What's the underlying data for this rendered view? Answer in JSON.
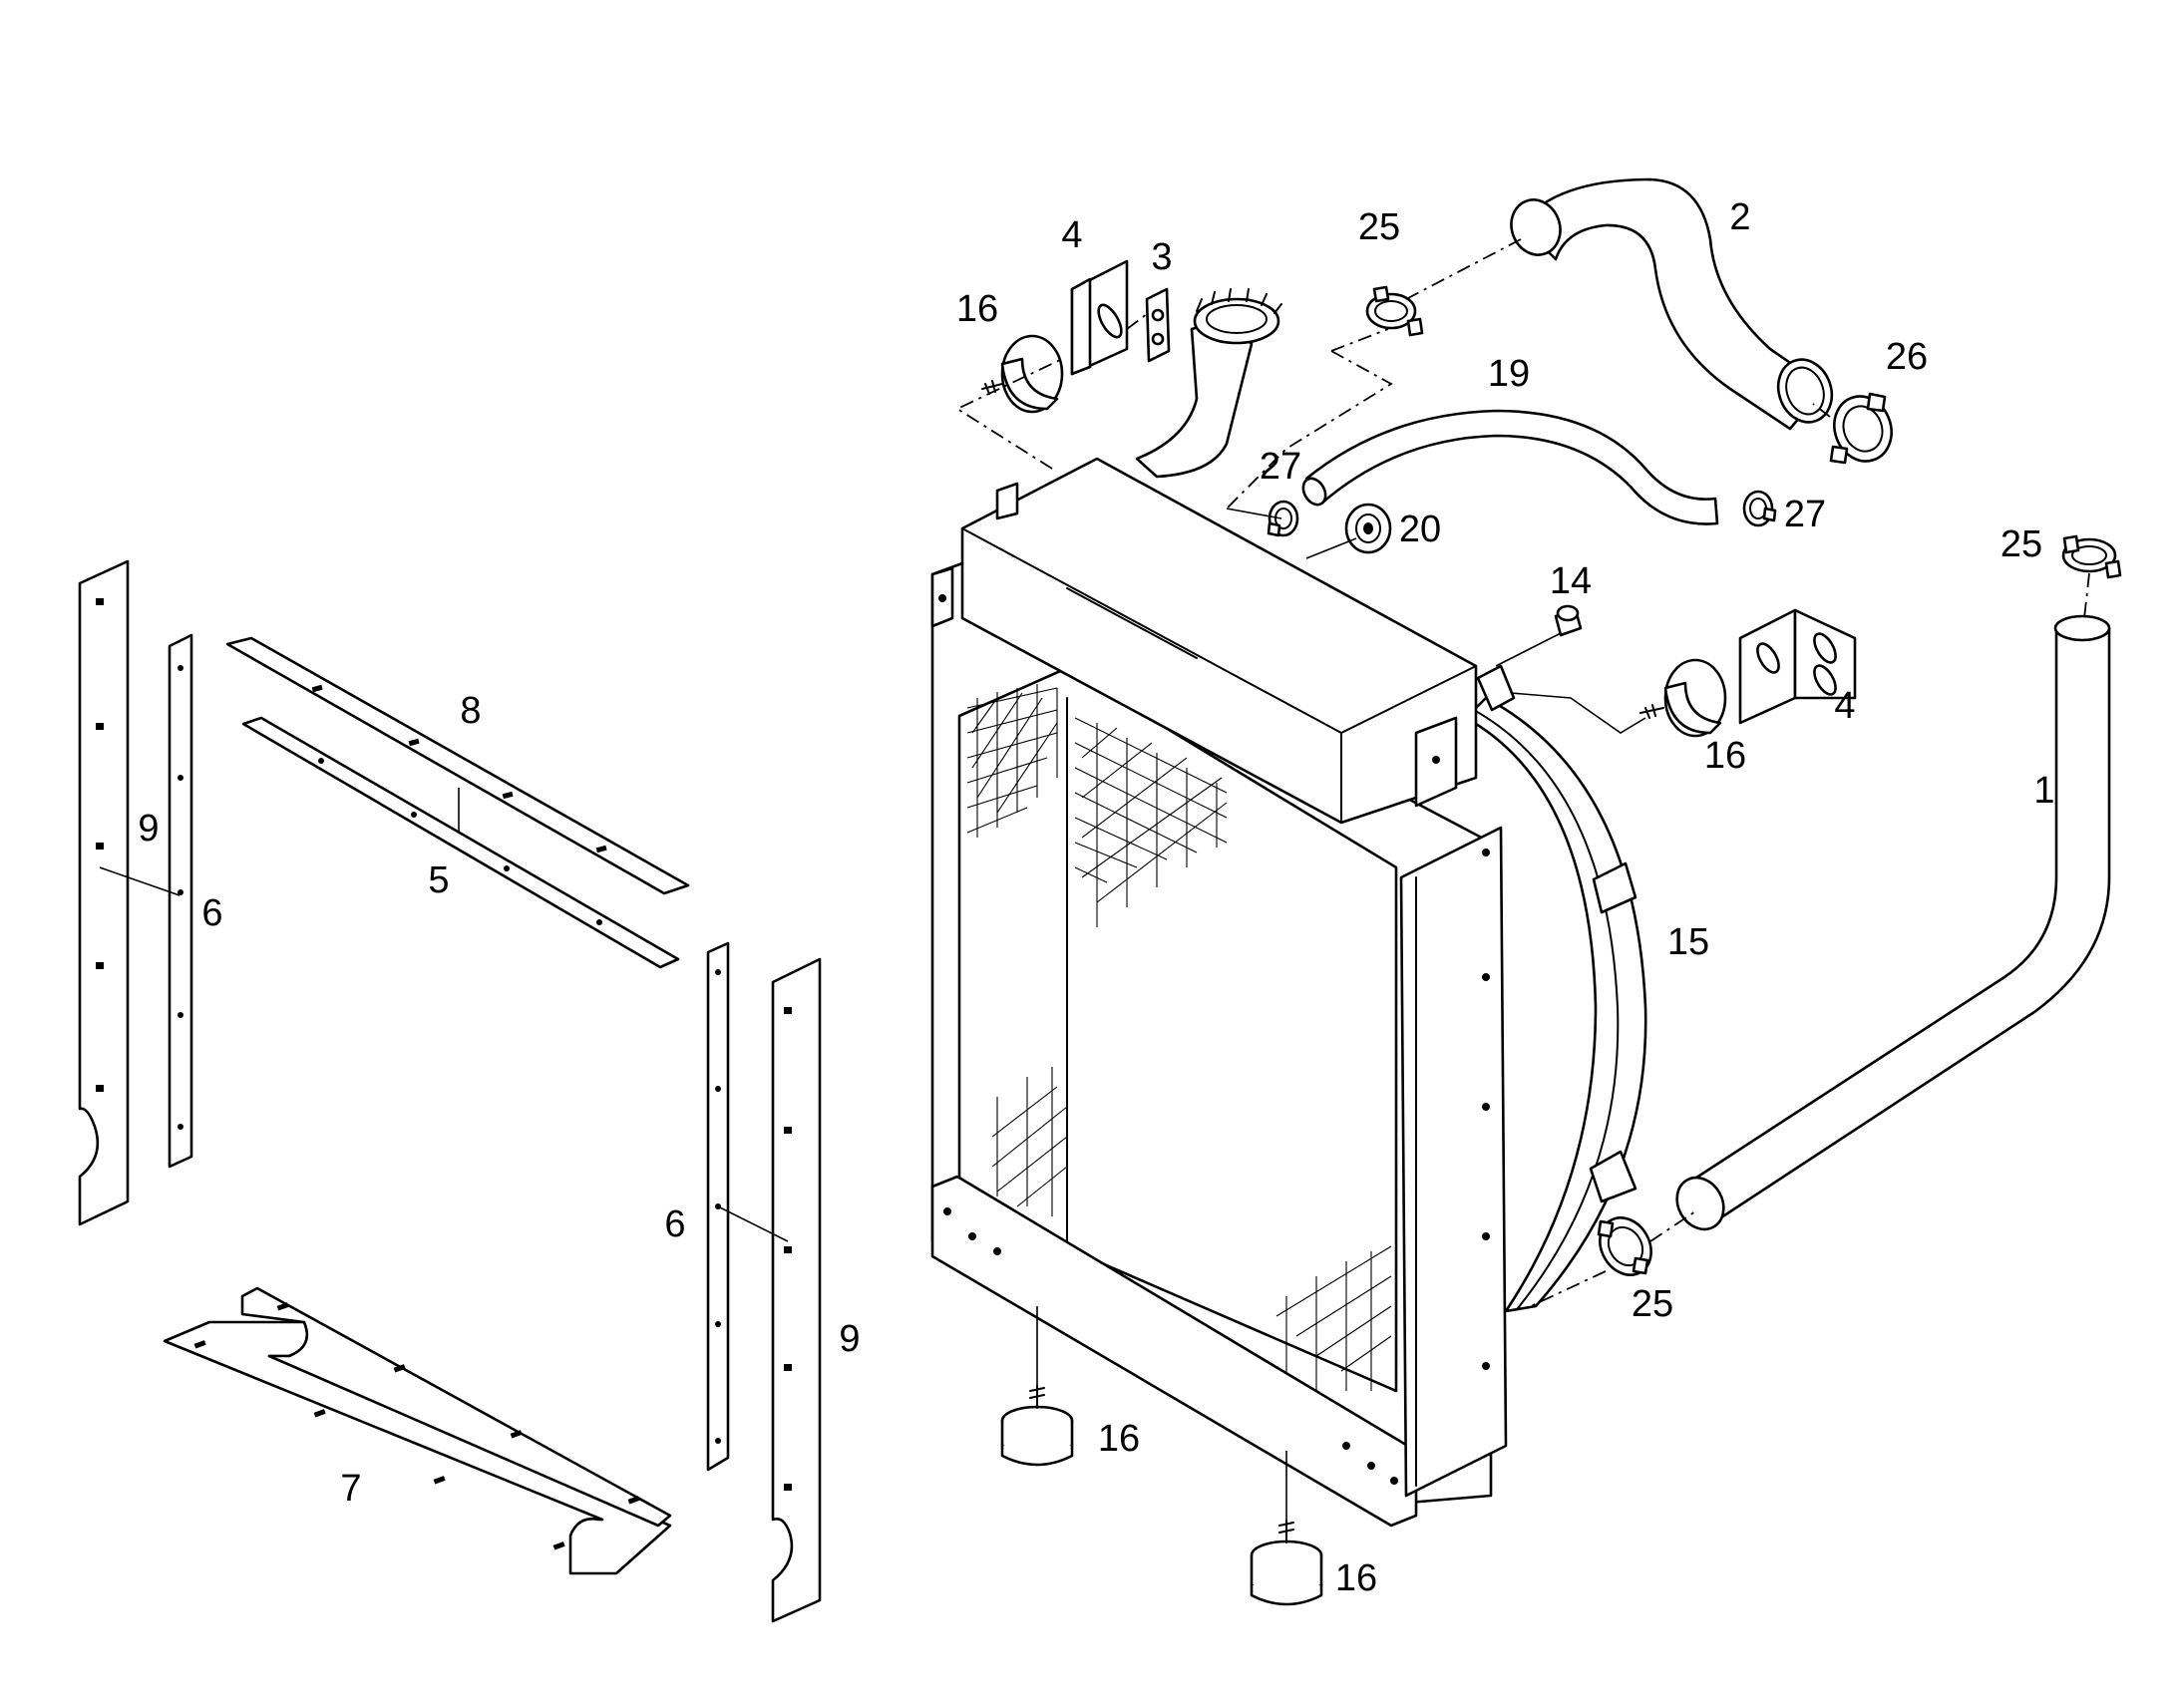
{
  "diagram": {
    "type": "exploded-parts-drawing",
    "background_color": "#ffffff",
    "line_color": "#000000",
    "callouts": [
      {
        "id": "c1",
        "label": "1"
      },
      {
        "id": "c2",
        "label": "2"
      },
      {
        "id": "c3",
        "label": "3"
      },
      {
        "id": "c4a",
        "label": "4"
      },
      {
        "id": "c4b",
        "label": "4"
      },
      {
        "id": "c5",
        "label": "5"
      },
      {
        "id": "c6a",
        "label": "6"
      },
      {
        "id": "c6b",
        "label": "6"
      },
      {
        "id": "c7",
        "label": "7"
      },
      {
        "id": "c8",
        "label": "8"
      },
      {
        "id": "c9a",
        "label": "9"
      },
      {
        "id": "c9b",
        "label": "9"
      },
      {
        "id": "c14",
        "label": "14"
      },
      {
        "id": "c15",
        "label": "15"
      },
      {
        "id": "c16a",
        "label": "16"
      },
      {
        "id": "c16b",
        "label": "16"
      },
      {
        "id": "c16c",
        "label": "16"
      },
      {
        "id": "c16d",
        "label": "16"
      },
      {
        "id": "c19",
        "label": "19"
      },
      {
        "id": "c20",
        "label": "20"
      },
      {
        "id": "c25a",
        "label": "25"
      },
      {
        "id": "c25b",
        "label": "25"
      },
      {
        "id": "c25c",
        "label": "25"
      },
      {
        "id": "c26",
        "label": "26"
      },
      {
        "id": "c27a",
        "label": "27"
      },
      {
        "id": "c27b",
        "label": "27"
      }
    ]
  }
}
